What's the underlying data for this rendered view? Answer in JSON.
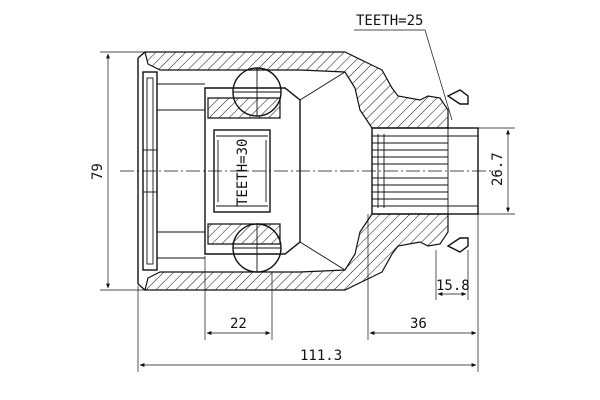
{
  "drawing": {
    "annotations": {
      "teeth_outer": "TEETH=25",
      "teeth_inner": "TEETH=30"
    },
    "dimensions": {
      "overall_length": "111.3",
      "outer_diameter": "79",
      "spline_diameter": "26.7",
      "inner_width": "22",
      "stem_length": "36",
      "stem_short": "15.8"
    }
  }
}
